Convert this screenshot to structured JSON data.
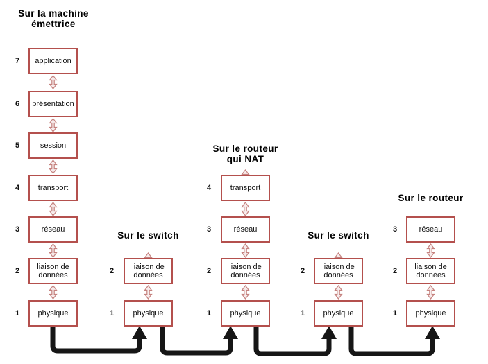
{
  "diagram": {
    "columns": [
      {
        "title_lines": [
          "Sur la machine",
          "émettrice"
        ],
        "layers": [
          {
            "num": "7",
            "label": "application"
          },
          {
            "num": "6",
            "label": "présentation"
          },
          {
            "num": "5",
            "label": "session"
          },
          {
            "num": "4",
            "label": "transport"
          },
          {
            "num": "3",
            "label": "réseau"
          },
          {
            "num": "2",
            "label": "liaison de données"
          },
          {
            "num": "1",
            "label": "physique"
          }
        ]
      },
      {
        "title_lines": [
          "Sur le switch"
        ],
        "layers": [
          {
            "num": "2",
            "label": "liaison de données"
          },
          {
            "num": "1",
            "label": "physique"
          }
        ]
      },
      {
        "title_lines": [
          "Sur le routeur",
          "qui NAT"
        ],
        "layers": [
          {
            "num": "4",
            "label": "transport"
          },
          {
            "num": "3",
            "label": "réseau"
          },
          {
            "num": "2",
            "label": "liaison de données"
          },
          {
            "num": "1",
            "label": "physique"
          }
        ]
      },
      {
        "title_lines": [
          "Sur le switch"
        ],
        "layers": [
          {
            "num": "2",
            "label": "liaison de données"
          },
          {
            "num": "1",
            "label": "physique"
          }
        ]
      },
      {
        "title_lines": [
          "Sur le routeur"
        ],
        "layers": [
          {
            "num": "3",
            "label": "réseau"
          },
          {
            "num": "2",
            "label": "liaison de données"
          },
          {
            "num": "1",
            "label": "physique"
          }
        ]
      }
    ]
  },
  "colors": {
    "box_border": "#b4504d",
    "arrow_pink": "#c5827f",
    "arrow_pink_fill": "#f7ecec",
    "flow_black": "#161616"
  }
}
